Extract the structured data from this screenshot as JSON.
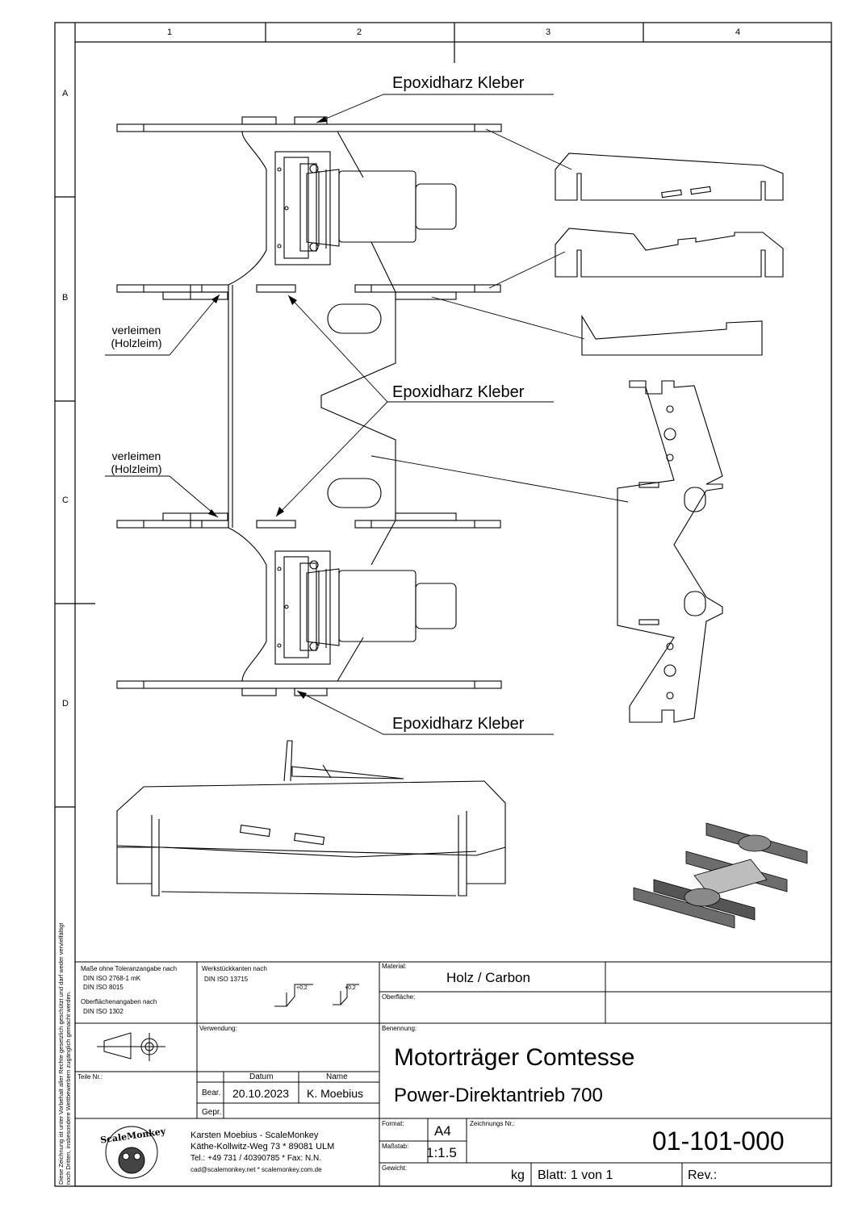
{
  "grid": {
    "columns": [
      "1",
      "2",
      "3",
      "4"
    ],
    "rows": [
      "A",
      "B",
      "C",
      "D"
    ]
  },
  "annotations": {
    "epoxy_top": "Epoxidharz Kleber",
    "epoxy_middle": "Epoxidharz Kleber",
    "epoxy_bottom": "Epoxidharz Kleber",
    "glue_upper_line1": "verleimen",
    "glue_upper_line2": "(Holzleim)",
    "glue_lower_line1": "verleimen",
    "glue_lower_line2": "(Holzleim)"
  },
  "side_note": {
    "line1": "Diese Zeichnung ist unter Vorbehalt aller Rechte gesetzlich geschützt und darf weder vervielfältigt",
    "line2": "noch Dritten, insbesondere Wettbewerbern zugänglich gemacht werden."
  },
  "title_block": {
    "tolerance": {
      "heading": "Maße ohne Toleranzangabe nach",
      "std1": "DIN ISO 2768-1 mK",
      "std2": "DIN ISO 8015",
      "surface_heading": "Oberflächenangaben nach",
      "std3": "DIN ISO 1302"
    },
    "edges": {
      "heading": "Werkstückkanten nach",
      "std": "DIN ISO 13715",
      "val1": "+0,2",
      "val2": "+0,2"
    },
    "material_label": "Material:",
    "material": "Holz / Carbon",
    "surface_label": "Oberfläche:",
    "usage_label": "Verwendung:",
    "name_label": "Benennung:",
    "title": "Motorträger Comtesse",
    "subtitle": "Power-Direktantrieb 700",
    "part_no_label": "Teile Nr.:",
    "date_header": "Datum",
    "name_header": "Name",
    "drawn_label": "Bear.",
    "drawn_date": "20.10.2023",
    "drawn_name": "K. Moebius",
    "checked_label": "Gepr.",
    "company": {
      "line1": "Karsten Moebius  -  ScaleMonkey",
      "line2": "Käthe-Kollwitz-Weg 73 * 89081 ULM",
      "line3": "Tel.: +49  731 / 40390785 * Fax: N.N.",
      "line4": "cad@scalemonkey.net * scalemonkey.com.de"
    },
    "logo_text": "ScaleMonkey",
    "format_label": "Format:",
    "format": "A4",
    "scale_label": "Maßstab:",
    "scale": "1:1.5",
    "drawing_no_label": "Zeichnungs Nr.:",
    "drawing_no": "01-101-000",
    "weight_label": "Gewicht:",
    "weight_unit": "kg",
    "sheet": "Blatt:  1 von 1",
    "rev": "Rev.:"
  }
}
